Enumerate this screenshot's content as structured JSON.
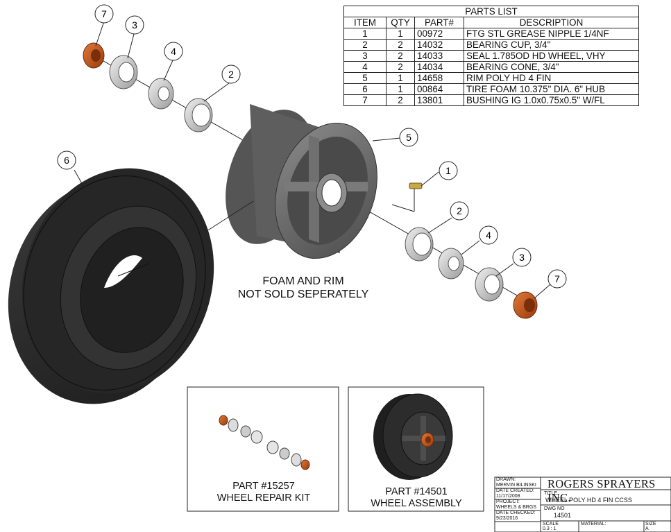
{
  "parts_list": {
    "caption": "PARTS LIST",
    "headers": [
      "ITEM",
      "QTY",
      "PART#",
      "DESCRIPTION"
    ],
    "rows": [
      [
        "1",
        "1",
        "00972",
        "FTG STL GREASE NIPPLE 1/4NF"
      ],
      [
        "2",
        "2",
        "14032",
        "BEARING CUP, 3/4\""
      ],
      [
        "3",
        "2",
        "14033",
        "SEAL 1.785OD HD WHEEL, VHY"
      ],
      [
        "4",
        "2",
        "14034",
        "BEARING CONE, 3/4\""
      ],
      [
        "5",
        "1",
        "14658",
        "RIM POLY HD 4 FIN"
      ],
      [
        "6",
        "1",
        "00864",
        "TIRE FOAM 10.375\" DIA. 6\" HUB"
      ],
      [
        "7",
        "2",
        "13801",
        "BUSHING IG 1.0x0.75x0.5\" W/FL"
      ]
    ]
  },
  "balloons": {
    "b7a": "7",
    "b3a": "3",
    "b4a": "4",
    "b2a": "2",
    "b5": "5",
    "b6": "6",
    "b1": "1",
    "b2b": "2",
    "b4b": "4",
    "b3b": "3",
    "b7b": "7"
  },
  "note": {
    "line1": "FOAM AND RIM",
    "line2": "NOT SOLD SEPERATELY"
  },
  "repair_kit": {
    "line1": "PART #15257",
    "line2": "WHEEL REPAIR KIT"
  },
  "assembly": {
    "line1": "PART #14501",
    "line2": "WHEEL ASSEMBLY"
  },
  "title_block": {
    "drawn_label": "DRAWN:",
    "drawn_value": "MERVIN BILINSKI",
    "date_created_label": "DATE CREATED:",
    "date_created_value": "11/17/2008",
    "project_label": "PROJECT:",
    "project_value": "WHEELS & BRGS",
    "date_checked_label": "DATE CHECKED:",
    "date_checked_value": "9/23/2016",
    "company": "ROGERS SPRAYERS INC.",
    "title_label": "TITLE",
    "title_value": "WHEEL POLY HD 4 FIN CCSS",
    "dwg_label": "DWG NO",
    "dwg_value": "14501",
    "scale_label": "SCALE",
    "scale_value": "0.3 : 1",
    "material_label": "MATERIAL:",
    "size_label": "SIZE",
    "size_value": "A"
  },
  "colors": {
    "bushing": "#c9561a",
    "tire": "#2b2b2b",
    "rim": "#6f6f6f",
    "bearing": "#d4d4d4"
  }
}
